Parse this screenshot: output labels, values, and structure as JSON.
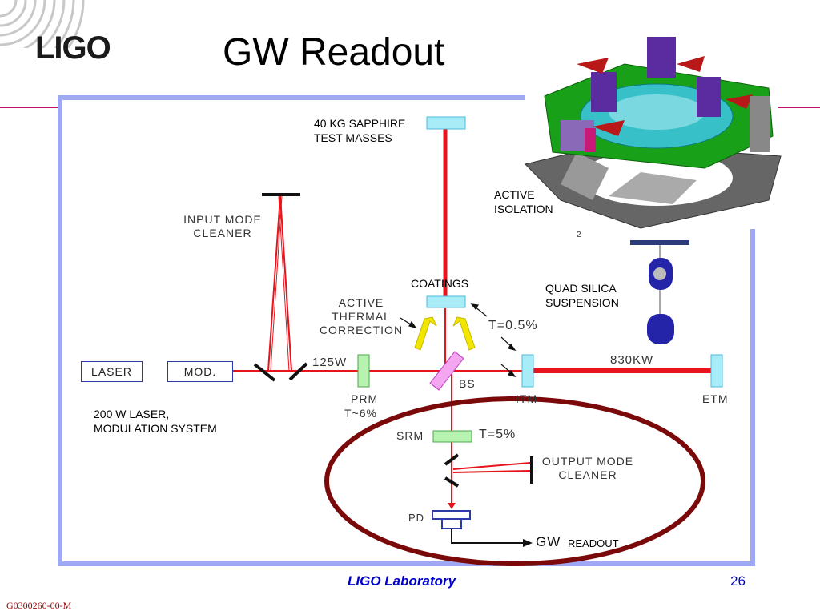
{
  "slide": {
    "title": "GW Readout",
    "logo": "LIGO",
    "footer_lab": "LIGO Laboratory",
    "page_number": "26",
    "doc_id": "G0300260-00-M"
  },
  "labels": {
    "test_masses": [
      "40 KG SAPPHIRE",
      "TEST MASSES"
    ],
    "active_isolation": [
      "ACTIVE",
      "ISOLATION"
    ],
    "coatings": "COATINGS",
    "quad_suspension": [
      "QUAD SILICA",
      "SUSPENSION"
    ],
    "laser_system": [
      "200 W LASER,",
      "MODULATION SYSTEM"
    ]
  },
  "diagram": {
    "input_mode_cleaner": [
      "INPUT  MODE",
      "CLEANER"
    ],
    "active_thermal": [
      "ACTIVE",
      "THERMAL",
      "CORRECTION"
    ],
    "t_itm": "T=0.5%",
    "laser": "LASER",
    "mod": "MOD.",
    "power_125": "125W",
    "power_830": "830KW",
    "bs": "BS",
    "prm": "PRM",
    "prm_t": "T~6%",
    "itm": "ITM",
    "etm": "ETM",
    "srm": "SRM",
    "srm_t": "T=5%",
    "output_mode_cleaner": [
      "OUTPUT  MODE",
      "CLEANER"
    ],
    "pd": "PD",
    "gw": "GW",
    "readout": "READOUT"
  },
  "colors": {
    "beam": "#e8141c",
    "frame": "#9fa8f2",
    "ellipse": "#7a0a0a",
    "mirror": "#a8ecf8",
    "prm": "#b6f2b0",
    "bs": "#f4a6f0"
  }
}
